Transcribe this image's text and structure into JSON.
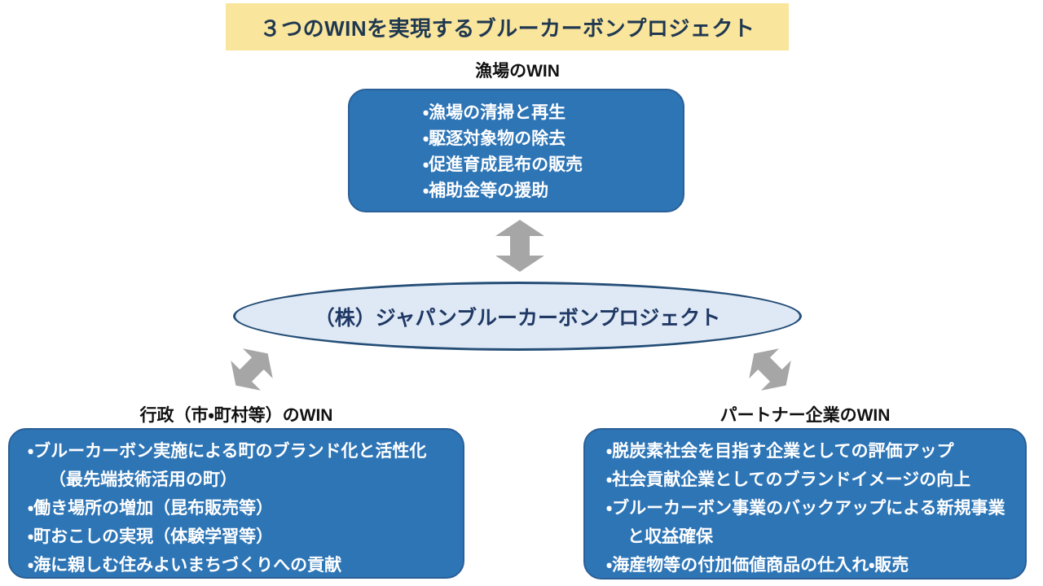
{
  "title": {
    "text": "３つのWINを実現するブルーカーボンプロジェクト"
  },
  "nodes": {
    "fishery": {
      "heading": "漁場のWIN",
      "lines": [
        {
          "text": "・漁場の清掃と再生",
          "indent": false
        },
        {
          "text": "・駆逐対象物の除去",
          "indent": false
        },
        {
          "text": "・促進育成昆布の販売",
          "indent": false
        },
        {
          "text": "・補助金等の援助",
          "indent": false
        }
      ]
    },
    "company": {
      "label": "（株）ジャパンブルーカーボンプロジェクト"
    },
    "government": {
      "heading": "行政（市・町村等）のWIN",
      "lines": [
        {
          "text": "・ブルーカーボン実施による町のブランド化と活性化",
          "indent": false
        },
        {
          "text": "（最先端技術活用の町）",
          "indent": true
        },
        {
          "text": "・働き場所の増加（昆布販売等）",
          "indent": false
        },
        {
          "text": "・町おこしの実現（体験学習等）",
          "indent": false
        },
        {
          "text": "・海に親しむ住みよいまちづくりへの貢献",
          "indent": false
        }
      ]
    },
    "partner": {
      "heading": "パートナー企業のWIN",
      "lines": [
        {
          "text": "・脱炭素社会を目指す企業としての評価アップ",
          "indent": false
        },
        {
          "text": "・社会貢献企業としてのブランドイメージの向上",
          "indent": false
        },
        {
          "text": "・ブルーカーボン事業のバックアップによる新規事業",
          "indent": false
        },
        {
          "text": "と収益確保",
          "indent": true
        },
        {
          "text": "・海産物等の付加価値商品の仕入れ・販売",
          "indent": false
        }
      ]
    }
  },
  "icons": {
    "vertical_arrow": "double-arrow-vertical",
    "left_arrow": "double-arrow-diagonal-ne-sw",
    "right_arrow": "double-arrow-diagonal-nw-se"
  },
  "colors": {
    "banner-bg": "#FAE59D",
    "title-color": "#1F3850",
    "heading-color": "#111111",
    "box-fill": "#2E75B6",
    "box-border": "#2A5F97",
    "bullet-color": "#FFFFFF",
    "ellipse-fill": "#DFE9F5",
    "ellipse-border": "#254E77",
    "ellipse-text": "#1F3864",
    "arrow": "#A6A6A6",
    "page-bg": "#FFFFFF"
  }
}
